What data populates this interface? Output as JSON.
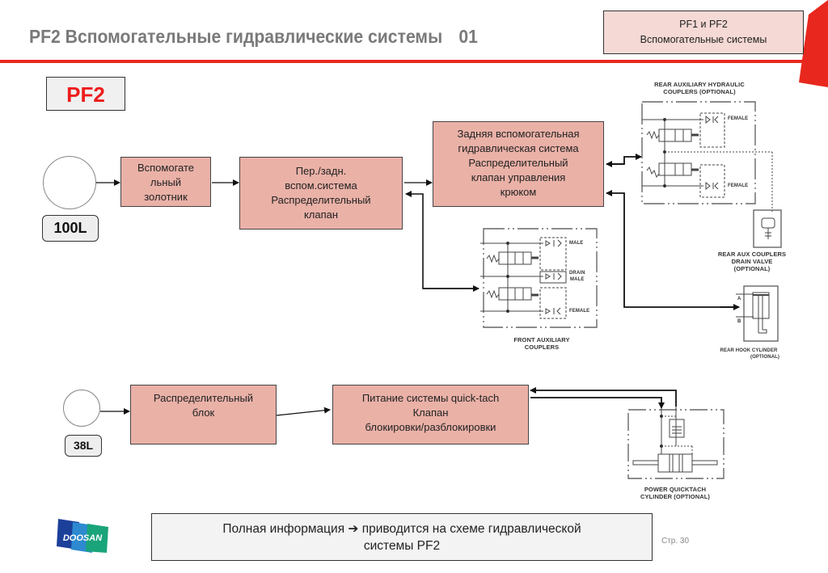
{
  "header": {
    "title": "PF2 Вспомогательные гидравлические системы",
    "title_number": "01",
    "section_box_line1": "PF1 и PF2",
    "section_box_line2": "Вспомогательные системы"
  },
  "circuit_tag": "PF2",
  "circuit1": {
    "pump_flow": "100L",
    "nodes": [
      {
        "id": "aux-spool",
        "lines": [
          "Вспомогате",
          "льный",
          "золотник"
        ]
      },
      {
        "id": "front-rear-valve",
        "lines": [
          "Пер./задн.",
          "вспом.система",
          "Распределительный",
          "клапан"
        ]
      },
      {
        "id": "rear-aux-valve",
        "lines": [
          "Задняя вспомогательная",
          "гидравлическая система",
          "Распределительный",
          "клапан управления",
          "крюком"
        ]
      }
    ]
  },
  "circuit2": {
    "pump_flow": "38L",
    "nodes": [
      {
        "id": "distribution-block",
        "lines": [
          "Распределительный",
          "блок"
        ]
      },
      {
        "id": "quicktach-valve",
        "lines": [
          "Питание системы quick-tach",
          "Клапан",
          "блокировки/разблокировки"
        ]
      }
    ]
  },
  "schematics": {
    "rear_aux_couplers": {
      "title": [
        "REAR AUXILIARY HYDRAULIC",
        "COUPLERS (OPTIONAL)"
      ],
      "ports": [
        "FEMALE",
        "FEMALE"
      ]
    },
    "front_aux_couplers": {
      "title": [
        "FRONT AUXILIARY",
        "COUPLERS"
      ],
      "ports": [
        "MALE",
        "DRAIN MALE",
        "FEMALE"
      ],
      "drain_port": [
        "DRAIN",
        "MALE"
      ]
    },
    "drain_valve": {
      "title": [
        "REAR AUX COUPLERS",
        "DRAIN VALVE",
        "(OPTIONAL)"
      ]
    },
    "hook_cylinder": {
      "title": [
        "REAR HOOK CYLINDER",
        "(OPTIONAL)"
      ],
      "port_a": "A",
      "port_b": "B"
    },
    "quicktach_cylinder": {
      "title": [
        "POWER QUICKTACH",
        "CYLINDER (OPTIONAL)"
      ]
    }
  },
  "footer": {
    "info_line1": "Полная информация ➔ приводится на схеме гидравлической",
    "info_line2": "системы PF2",
    "page": "Стр. 30",
    "logo_text": "DOOSAN"
  },
  "colors": {
    "accent_red": "#e8281e",
    "node_fill": "#eab1a7",
    "section_box_fill": "#f5d9d5",
    "tag_red": "#ee1c1c"
  }
}
